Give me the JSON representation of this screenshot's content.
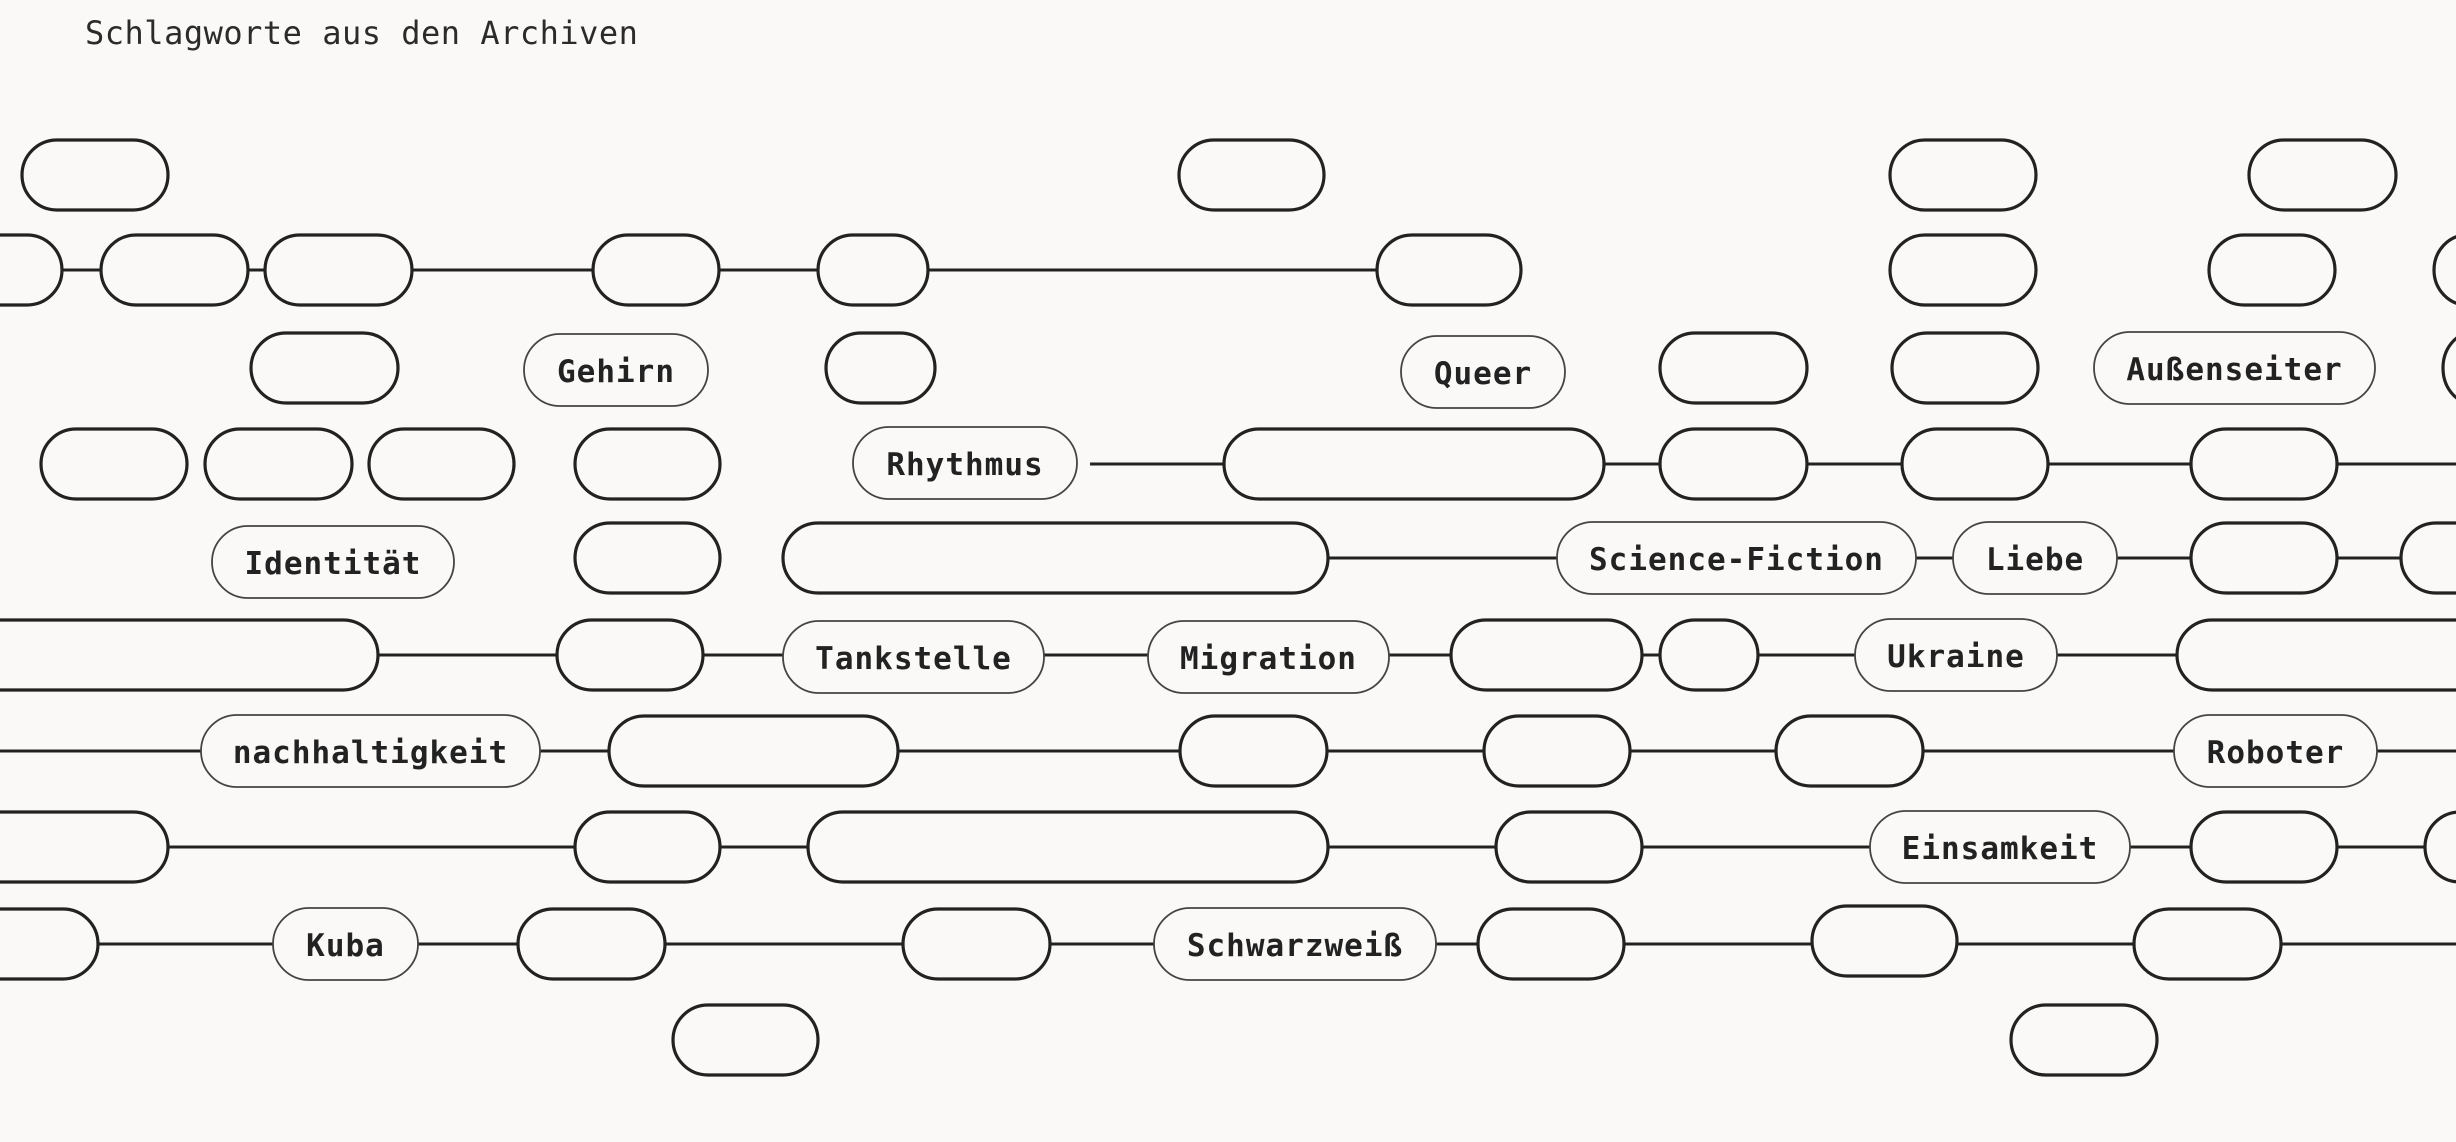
{
  "page": {
    "heading": "Schlagworte aus den Archiven"
  },
  "tags": {
    "gehirn": "Gehirn",
    "queer": "Queer",
    "aussenseiter": "Außenseiter",
    "rhythmus": "Rhythmus",
    "identitaet": "Identität",
    "science_fiction": "Science-Fiction",
    "liebe": "Liebe",
    "tankstelle": "Tankstelle",
    "migration": "Migration",
    "ukraine": "Ukraine",
    "nachhaltigkeit": "nachhaltigkeit",
    "roboter": "Roboter",
    "einsamkeit": "Einsamkeit",
    "kuba": "Kuba",
    "schwarzweiss": "Schwarzweiß"
  },
  "colors": {
    "background": "#faf9f7",
    "stroke": "#222222"
  }
}
